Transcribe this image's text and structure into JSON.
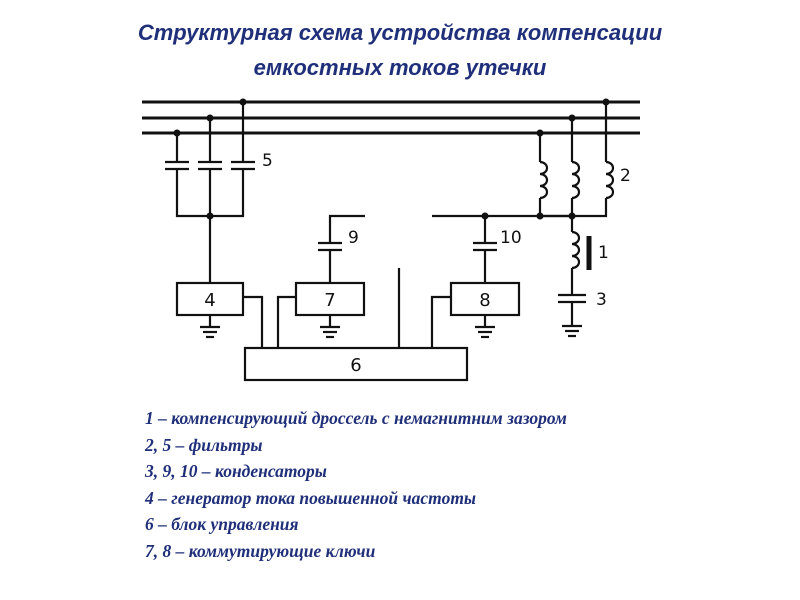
{
  "title": {
    "line1": "Структурная схема устройства компенсации",
    "line2": "емкостных  токов утечки"
  },
  "diagram": {
    "labels": {
      "choke": "1",
      "filter_right": "2",
      "cap_3": "3",
      "generator": "4",
      "filter_left": "5",
      "control_block": "6",
      "switch_left": "7",
      "switch_right": "8",
      "cap_9": "9",
      "cap_10": "10"
    }
  },
  "legend": [
    "1 – компенсирующий дроссель с немагнитним зазором",
    "2, 5 – фильтры",
    "3, 9, 10 – конденсаторы",
    "4 – генератор тока повышенной частоты",
    "6 – блок управления",
    "7, 8 – коммутирующие ключи"
  ]
}
